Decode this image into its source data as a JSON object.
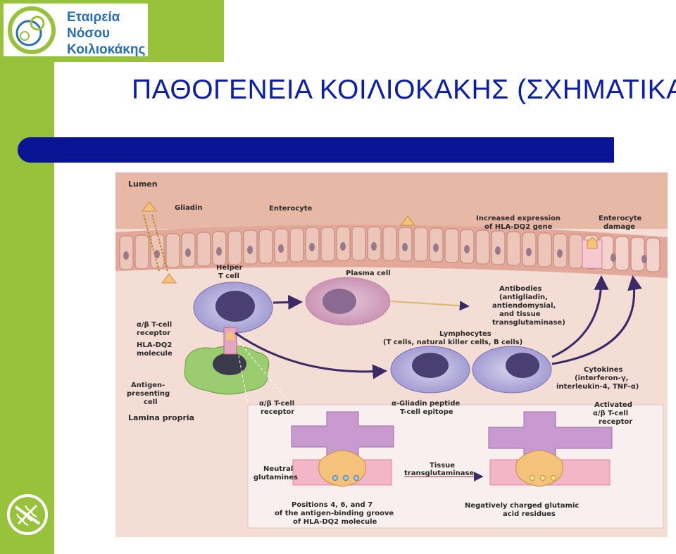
{
  "logo": {
    "line1": "Εταιρεία",
    "line2": "Νόσου",
    "line3": "Κοιλιοκάκης"
  },
  "title": "ΠΑΘΟΓΕΝΕΙΑ ΚΟΙΛΙΟΚΑΚΗΣ (ΣΧΗΜΑΤΙΚΑ)",
  "diagram": {
    "lumen": "Lumen",
    "gliadin": "Gliadin",
    "enterocyte": "Enterocyte",
    "increased_expr_1": "Increased expression",
    "increased_expr_2": "of HLA-DQ2 gene",
    "enterocyte_damage_1": "Enterocyte",
    "enterocyte_damage_2": "damage",
    "helper_1": "Helper",
    "helper_2": "T cell",
    "plasma_cell": "Plasma cell",
    "antibodies_1": "Antibodies",
    "antibodies_2": "(antigliadin,",
    "antibodies_3": "antiendomysial,",
    "antibodies_4": "and tissue",
    "antibodies_5": "transglutaminase)",
    "ab_receptor_1": "α/β T-cell",
    "ab_receptor_2": "receptor",
    "hla_1": "HLA-DQ2",
    "hla_2": "molecule",
    "lymphocytes_1": "Lymphocytes",
    "lymphocytes_2": "(T cells, natural killer cells, B cells)",
    "apc_1": "Antigen-",
    "apc_2": "presenting",
    "apc_3": "cell",
    "cytokines_1": "Cytokines",
    "cytokines_2": "(interferon-γ,",
    "cytokines_3": "interleukin-4, TNF-α)",
    "lamina": "Lamina propria",
    "inset_receptor_1": "α/β T-cell",
    "inset_receptor_2": "receptor",
    "inset_peptide_1": "α-Gliadin peptide",
    "inset_peptide_2": "T-cell epitope",
    "activated_1": "Activated",
    "activated_2": "α/β T-cell",
    "activated_3": "receptor",
    "neutral_1": "Neutral",
    "neutral_2": "glutamines",
    "tissue_1": "Tissue",
    "tissue_2": "transglutaminase",
    "positions_1": "Positions 4, 6, and 7",
    "positions_2": "of the antigen-binding groove",
    "positions_3": "of HLA-DQ2 molecule",
    "negative_1": "Negatively charged glutamic",
    "negative_2": "acid residues"
  },
  "colors": {
    "green": "#98c23c",
    "title_blue": "#0b1ea8",
    "bar_blue": "#0a1596"
  }
}
